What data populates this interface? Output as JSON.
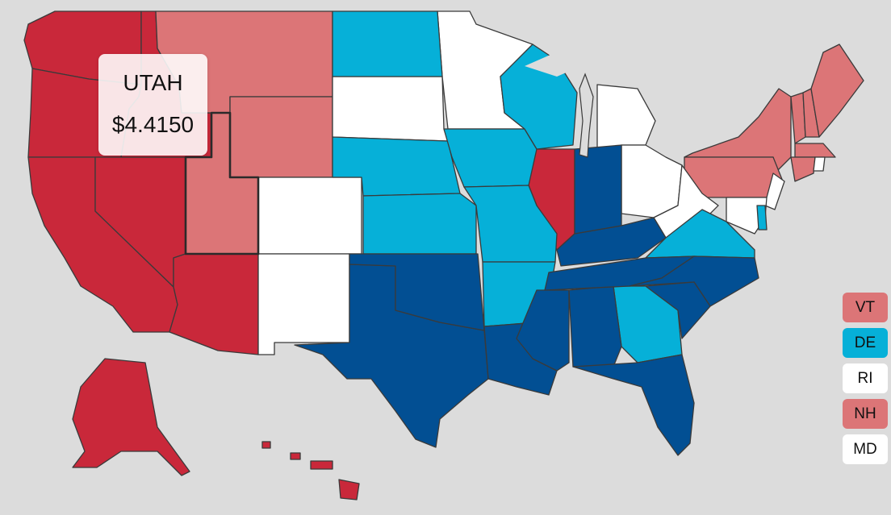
{
  "tooltip": {
    "state": "UTAH",
    "value": "$4.4150"
  },
  "colors": {
    "high": "#c9283a",
    "mid_high": "#dc7577",
    "none": "#ffffff",
    "mid_low": "#06b0d8",
    "low": "#024f93",
    "border": "#3a3a3a",
    "background": "#dcdcdc"
  },
  "states": [
    {
      "abbr": "WA",
      "level": "high"
    },
    {
      "abbr": "OR",
      "level": "high"
    },
    {
      "abbr": "CA",
      "level": "high"
    },
    {
      "abbr": "NV",
      "level": "high"
    },
    {
      "abbr": "ID",
      "level": "high"
    },
    {
      "abbr": "AZ",
      "level": "high"
    },
    {
      "abbr": "IL",
      "level": "high"
    },
    {
      "abbr": "AK",
      "level": "high"
    },
    {
      "abbr": "HI",
      "level": "high"
    },
    {
      "abbr": "MT",
      "level": "mid_high"
    },
    {
      "abbr": "WY",
      "level": "mid_high"
    },
    {
      "abbr": "UT",
      "level": "mid_high"
    },
    {
      "abbr": "NY",
      "level": "mid_high"
    },
    {
      "abbr": "PA",
      "level": "mid_high"
    },
    {
      "abbr": "VT",
      "level": "mid_high"
    },
    {
      "abbr": "NH",
      "level": "mid_high"
    },
    {
      "abbr": "ME",
      "level": "mid_high"
    },
    {
      "abbr": "MA",
      "level": "mid_high"
    },
    {
      "abbr": "CT",
      "level": "mid_high"
    },
    {
      "abbr": "CO",
      "level": "none"
    },
    {
      "abbr": "NM",
      "level": "none"
    },
    {
      "abbr": "SD",
      "level": "none"
    },
    {
      "abbr": "MN",
      "level": "none"
    },
    {
      "abbr": "MI",
      "level": "none"
    },
    {
      "abbr": "OH",
      "level": "none"
    },
    {
      "abbr": "WV",
      "level": "none"
    },
    {
      "abbr": "NJ",
      "level": "none"
    },
    {
      "abbr": "MD",
      "level": "none"
    },
    {
      "abbr": "RI",
      "level": "none"
    },
    {
      "abbr": "ND",
      "level": "mid_low"
    },
    {
      "abbr": "NE",
      "level": "mid_low"
    },
    {
      "abbr": "KS",
      "level": "mid_low"
    },
    {
      "abbr": "IA",
      "level": "mid_low"
    },
    {
      "abbr": "MO",
      "level": "mid_low"
    },
    {
      "abbr": "AR",
      "level": "mid_low"
    },
    {
      "abbr": "WI",
      "level": "mid_low"
    },
    {
      "abbr": "VA",
      "level": "mid_low"
    },
    {
      "abbr": "GA",
      "level": "mid_low"
    },
    {
      "abbr": "DE",
      "level": "mid_low"
    },
    {
      "abbr": "TX",
      "level": "low"
    },
    {
      "abbr": "OK",
      "level": "low"
    },
    {
      "abbr": "LA",
      "level": "low"
    },
    {
      "abbr": "MS",
      "level": "low"
    },
    {
      "abbr": "AL",
      "level": "low"
    },
    {
      "abbr": "TN",
      "level": "low"
    },
    {
      "abbr": "KY",
      "level": "low"
    },
    {
      "abbr": "IN",
      "level": "low"
    },
    {
      "abbr": "NC",
      "level": "low"
    },
    {
      "abbr": "SC",
      "level": "low"
    },
    {
      "abbr": "FL",
      "level": "low"
    }
  ],
  "selected_state": "UT",
  "legend": [
    {
      "label": "VT",
      "color": "#dc7577"
    },
    {
      "label": "DE",
      "color": "#06b0d8"
    },
    {
      "label": "RI",
      "color": "#ffffff"
    },
    {
      "label": "NH",
      "color": "#dc7577"
    },
    {
      "label": "MD",
      "color": "#ffffff"
    }
  ]
}
